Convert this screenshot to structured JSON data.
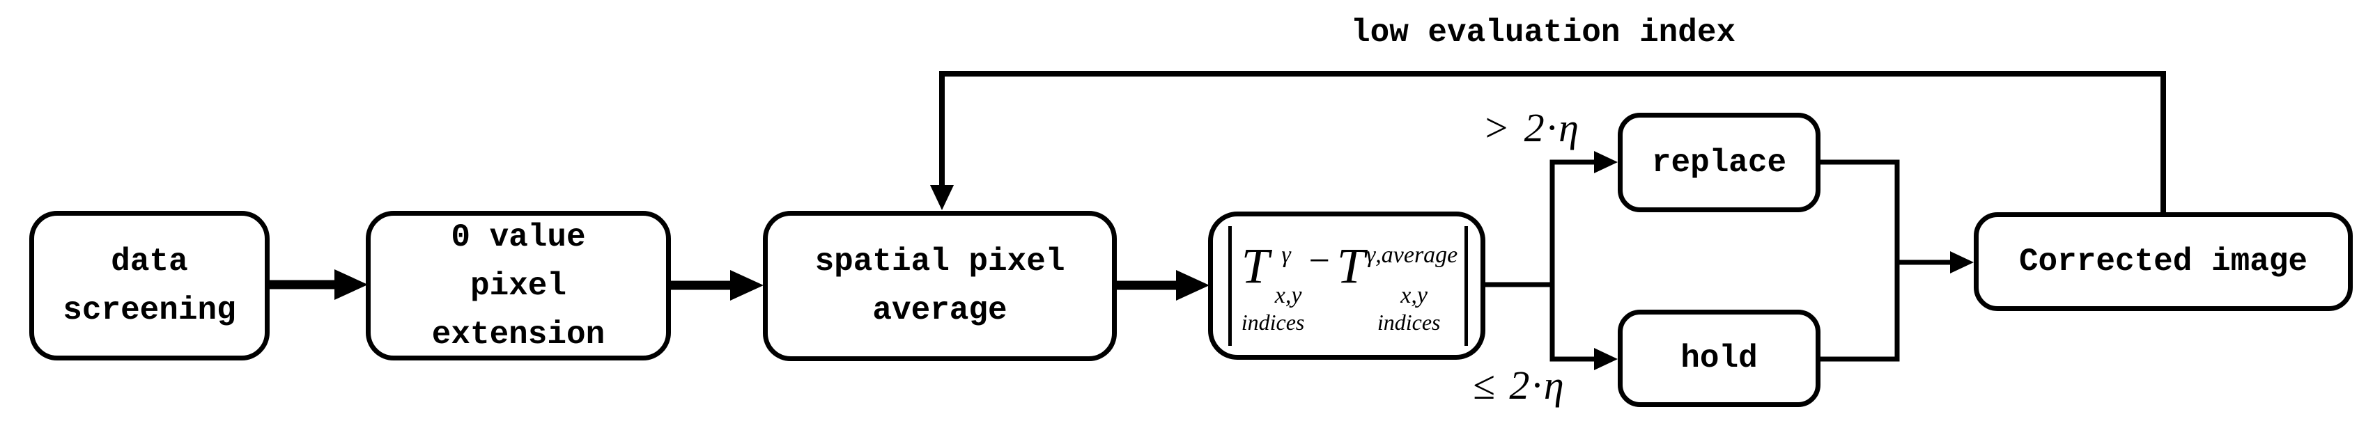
{
  "diagram": {
    "colors": {
      "background": "#ffffff",
      "stroke": "#000000"
    },
    "feedback_label": "low evaluation index",
    "nodes": {
      "data_screening": {
        "line1": "data",
        "line2": "screening"
      },
      "zero_value_pixel_extension": {
        "line1": "0 value",
        "line2": "pixel",
        "line3": "extension"
      },
      "spatial_pixel_average": {
        "line1": "spatial pixel",
        "line2": "average"
      },
      "replace": {
        "label": "replace"
      },
      "hold": {
        "label": "hold"
      },
      "corrected_image": {
        "label": "Corrected image"
      }
    },
    "formula": {
      "term1": {
        "base": "T",
        "sup": "γ",
        "sub": "x,y",
        "under": "indices"
      },
      "minus": "−",
      "term2": {
        "base": "T",
        "sup": "γ,average",
        "sub": "x,y",
        "under": "indices"
      }
    },
    "branch_labels": {
      "greater": "> 2·η",
      "less_equal": "≤ 2·η"
    }
  }
}
